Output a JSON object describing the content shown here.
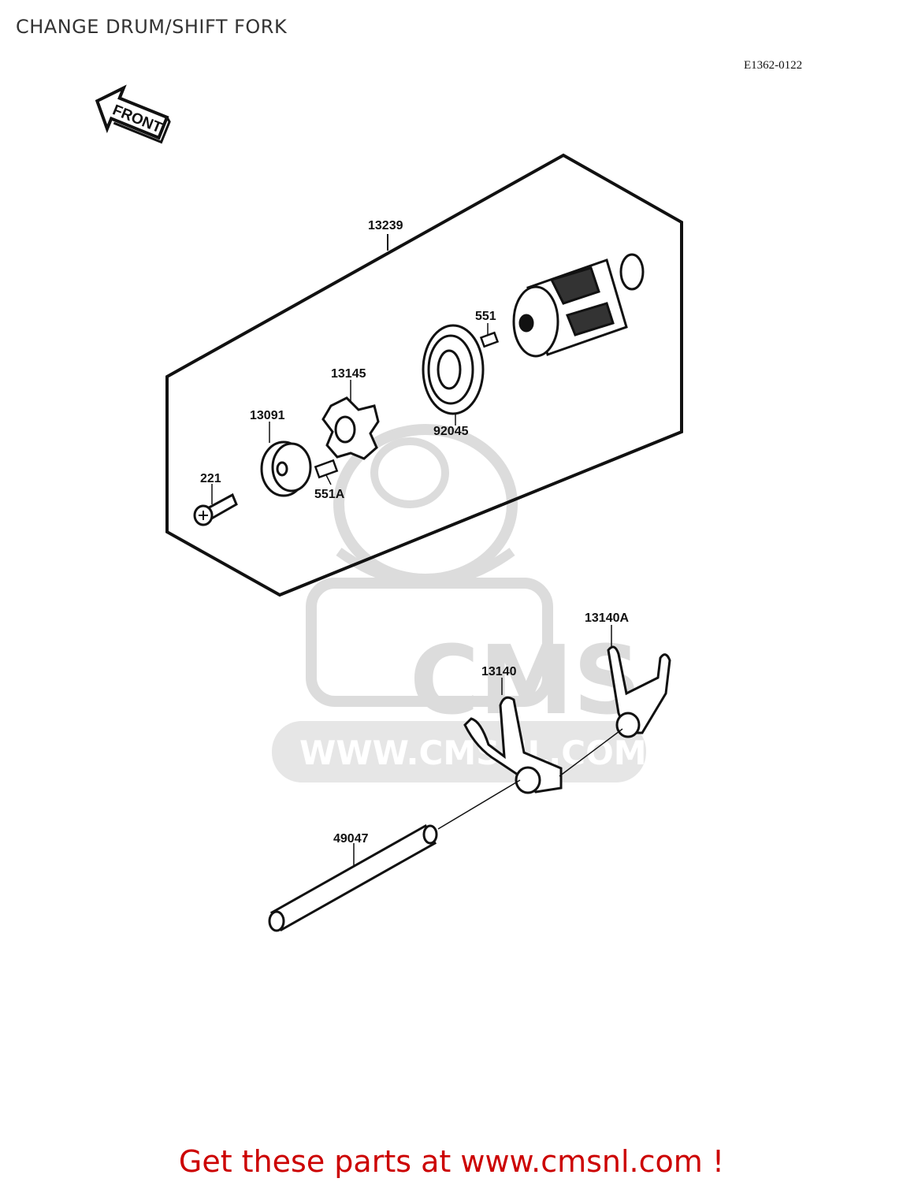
{
  "header": {
    "title": "CHANGE DRUM/SHIFT FORK",
    "diagram_code": "E1362-0122"
  },
  "front_arrow": {
    "label": "FRONT",
    "icon": "front-arrow-icon"
  },
  "parts": [
    {
      "number": "13239",
      "name_icon": "assembly-callout"
    },
    {
      "number": "551",
      "name_icon": "pin-icon"
    },
    {
      "number": "13145",
      "name_icon": "star-plate-icon"
    },
    {
      "number": "92045",
      "name_icon": "bearing-icon"
    },
    {
      "number": "13091",
      "name_icon": "holder-plate-icon"
    },
    {
      "number": "221",
      "name_icon": "screw-icon"
    },
    {
      "number": "551A",
      "name_icon": "pin-icon"
    },
    {
      "number": "13140A",
      "name_icon": "shift-fork-icon"
    },
    {
      "number": "13140",
      "name_icon": "shift-fork-icon"
    },
    {
      "number": "49047",
      "name_icon": "shaft-icon"
    }
  ],
  "watermark": {
    "brand": "CMS",
    "url": "WWW.CMSNL.COM"
  },
  "footer": {
    "cta": "Get these parts at www.cmsnl.com !"
  },
  "colors": {
    "cta": "#cc0000",
    "line": "#111111",
    "watermark": "#d8d8d8"
  }
}
